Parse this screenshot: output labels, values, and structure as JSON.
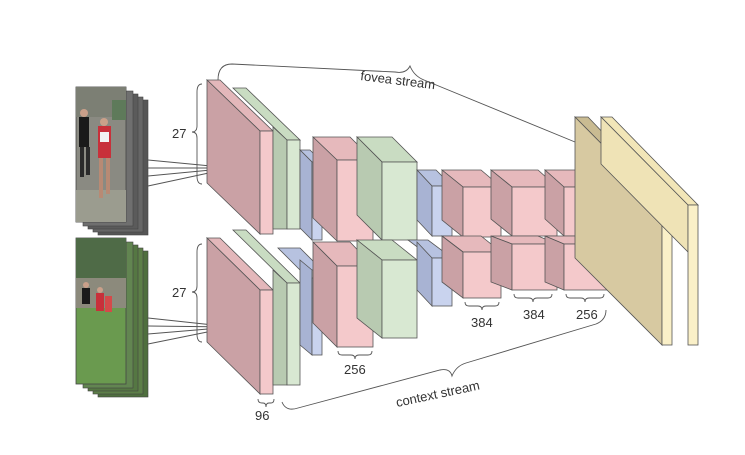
{
  "labels": {
    "fovea_stream": "fovea stream",
    "context_stream": "context stream",
    "fovea_size": "27",
    "context_size": "27",
    "ch_96": "96",
    "ch_256_a": "256",
    "ch_384_a": "384",
    "ch_384_b": "384",
    "ch_256_b": "256"
  },
  "colors": {
    "conv_pink": "#f4c9cb",
    "conv_pink_dark": "#caa1a5",
    "norm_green": "#d8e8d2",
    "pool_blue": "#c9d3ee",
    "fc_tan": "#d7c9a1",
    "fc_cream": "#faf0c8",
    "image_grass": "#6a9a4f",
    "image_track": "#7a6650"
  },
  "icons": {
    "fovea_input": "image-stack-icon",
    "context_input": "image-stack-icon"
  }
}
